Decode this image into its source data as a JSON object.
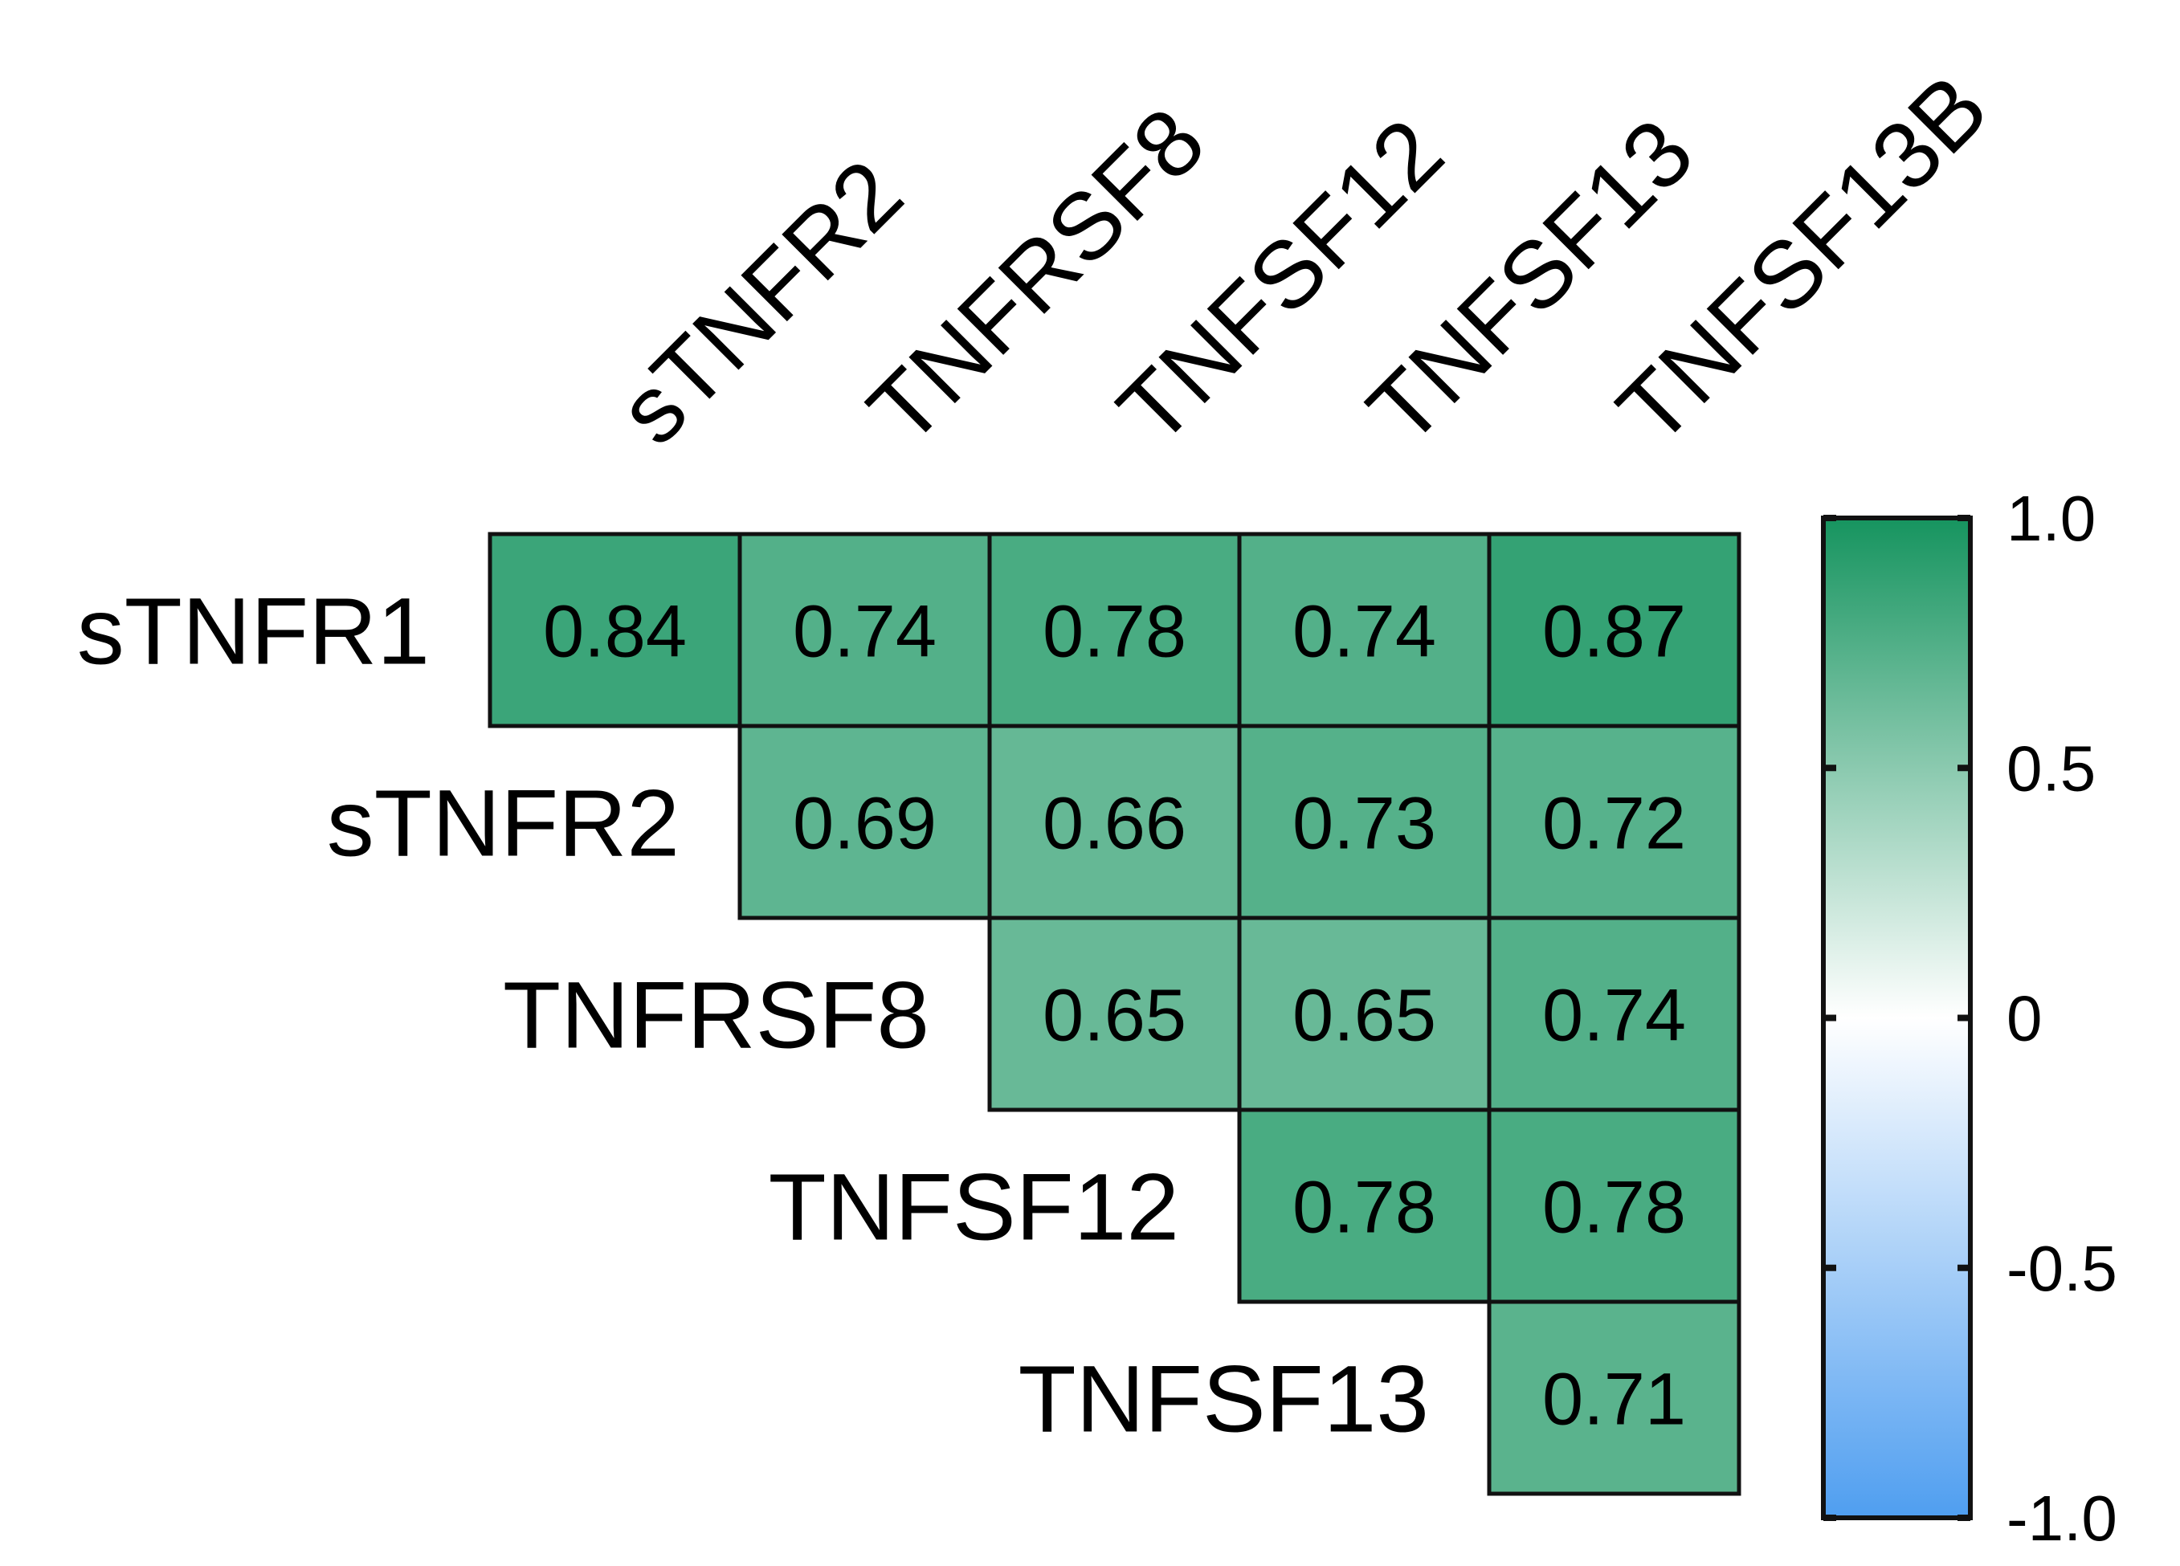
{
  "chart_data": {
    "type": "heatmap",
    "title": "",
    "xlabel": "",
    "ylabel": "",
    "columns": [
      "sTNFR2",
      "TNFRSF8",
      "TNFSF12",
      "TNFSF13",
      "TNFSF13B"
    ],
    "rows": [
      "sTNFR1",
      "sTNFR2",
      "TNFRSF8",
      "TNFSF12",
      "TNFSF13"
    ],
    "cells": [
      {
        "row": 0,
        "col": 0,
        "value": 0.84,
        "label": "0.84"
      },
      {
        "row": 0,
        "col": 1,
        "value": 0.74,
        "label": "0.74"
      },
      {
        "row": 0,
        "col": 2,
        "value": 0.78,
        "label": "0.78"
      },
      {
        "row": 0,
        "col": 3,
        "value": 0.74,
        "label": "0.74"
      },
      {
        "row": 0,
        "col": 4,
        "value": 0.87,
        "label": "0.87"
      },
      {
        "row": 1,
        "col": 1,
        "value": 0.69,
        "label": "0.69"
      },
      {
        "row": 1,
        "col": 2,
        "value": 0.66,
        "label": "0.66"
      },
      {
        "row": 1,
        "col": 3,
        "value": 0.73,
        "label": "0.73"
      },
      {
        "row": 1,
        "col": 4,
        "value": 0.72,
        "label": "0.72"
      },
      {
        "row": 2,
        "col": 2,
        "value": 0.65,
        "label": "0.65"
      },
      {
        "row": 2,
        "col": 3,
        "value": 0.65,
        "label": "0.65"
      },
      {
        "row": 2,
        "col": 4,
        "value": 0.74,
        "label": "0.74"
      },
      {
        "row": 3,
        "col": 3,
        "value": 0.78,
        "label": "0.78"
      },
      {
        "row": 3,
        "col": 4,
        "value": 0.78,
        "label": "0.78"
      },
      {
        "row": 4,
        "col": 4,
        "value": 0.71,
        "label": "0.71"
      }
    ],
    "colorbar": {
      "range": [
        -1.0,
        1.0
      ],
      "ticks": [
        1.0,
        0.5,
        0,
        -0.5,
        -1.0
      ],
      "tick_labels": [
        "1.0",
        "0.5",
        "0",
        "-0.5",
        "-1.0"
      ],
      "colors": {
        "max": "#16945f",
        "mid": "#ffffff",
        "min": "#4f9ef0"
      }
    },
    "grid": true,
    "legend": "colorbar-right"
  }
}
